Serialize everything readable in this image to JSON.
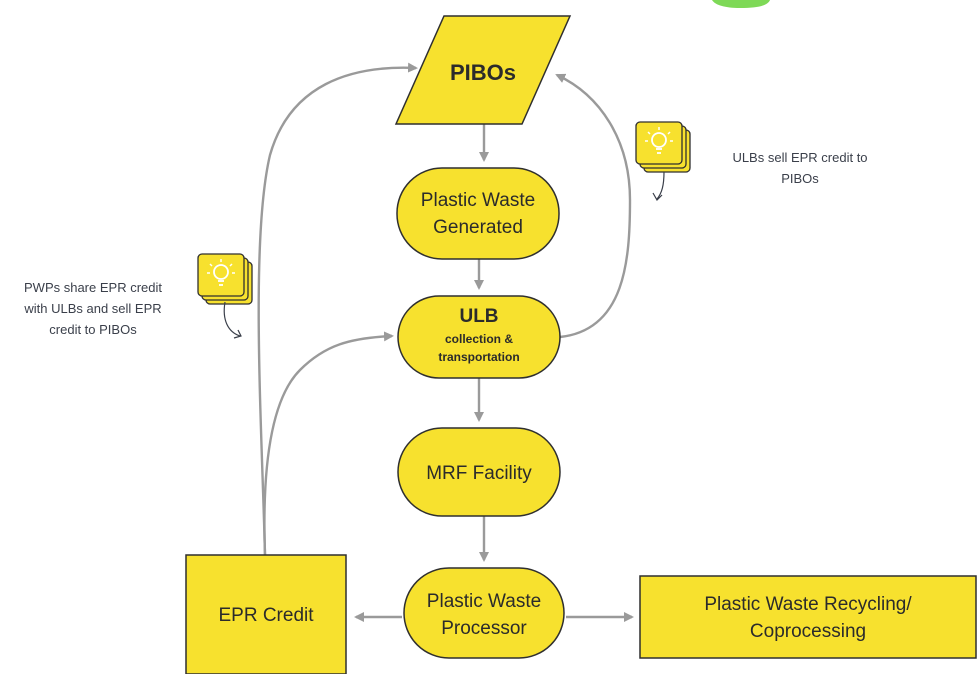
{
  "colors": {
    "node_fill": "#f7e12e",
    "node_stroke": "#2f2f2f",
    "arrow": "#9a9a9a",
    "text": "#2b2b2b",
    "note_text": "#3a3f4a",
    "green_accent": "#7ed957"
  },
  "nodes": {
    "pibos": "PIBOs",
    "plastic_waste_generated": [
      "Plastic Waste",
      "Generated"
    ],
    "ulb": {
      "title": "ULB",
      "subtitle": [
        "collection &",
        "transportation"
      ]
    },
    "mrf_facility": "MRF Facility",
    "plastic_waste_processor": [
      "Plastic Waste",
      "Processor"
    ],
    "epr_credit": "EPR Credit",
    "recycling": [
      "Plastic Waste Recycling/",
      "Coprocessing"
    ]
  },
  "notes": {
    "ulbs_sell": [
      "ULBs sell EPR credit to",
      "PIBOs"
    ],
    "pwps_share": [
      "PWPs share EPR credit",
      "with ULBs and sell EPR",
      "credit to PIBOs"
    ]
  },
  "icons": [
    "lightbulb-note-icon",
    "curved-arrow-icon"
  ]
}
